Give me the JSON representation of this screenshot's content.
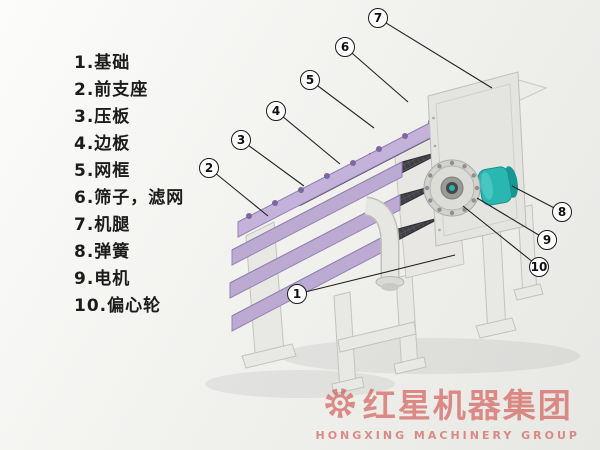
{
  "legend": {
    "items": [
      {
        "label": "1.基础"
      },
      {
        "label": "2.前支座"
      },
      {
        "label": "3.压板"
      },
      {
        "label": "4.边板"
      },
      {
        "label": "5.网框"
      },
      {
        "label": "6.筛子，滤网"
      },
      {
        "label": "7.机腿"
      },
      {
        "label": "8.弹簧"
      },
      {
        "label": "9.电机"
      },
      {
        "label": "10.偏心轮"
      }
    ]
  },
  "callout_numbers": [
    "1",
    "2",
    "3",
    "4",
    "5",
    "6",
    "7",
    "8",
    "9",
    "10"
  ],
  "watermark": {
    "title": "红星机器集团",
    "subtitle": "HONGXING MACHINERY GROUP"
  },
  "icons": [
    {
      "name": "gear-logo-icon",
      "meaning": "gear emblem of company logo"
    }
  ],
  "colors": {
    "deck_frame_purple": "#c4b2da",
    "mesh_dark": "#3f3f45",
    "motor_teal": "#2ab6b1",
    "machine_body": "#e8e8e4",
    "watermark_red": "#cf3a34",
    "callout_ink": "#1b1b1b"
  }
}
